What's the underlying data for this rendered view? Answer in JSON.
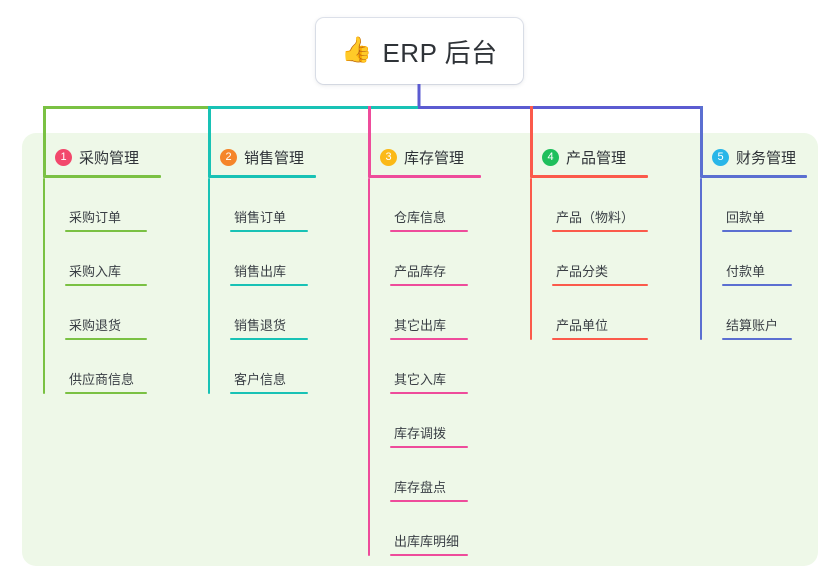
{
  "root": {
    "icon": "thumbs-up-icon",
    "emoji": "👍",
    "title": "ERP 后台"
  },
  "palette": {
    "panel_background": "#eef8e8",
    "page_background": "#ffffff",
    "root_stem": "#5b5bd1",
    "text": "#2f3338"
  },
  "columns": [
    {
      "number": "1",
      "title": "采购管理",
      "badge_color": "#f2486c",
      "line_color": "#7ac143",
      "items": [
        {
          "label": "采购订单"
        },
        {
          "label": "采购入库"
        },
        {
          "label": "采购退货"
        },
        {
          "label": "供应商信息"
        }
      ]
    },
    {
      "number": "2",
      "title": "销售管理",
      "badge_color": "#f5852a",
      "line_color": "#18c2b5",
      "items": [
        {
          "label": "销售订单"
        },
        {
          "label": "销售出库"
        },
        {
          "label": "销售退货"
        },
        {
          "label": "客户信息"
        }
      ]
    },
    {
      "number": "3",
      "title": "库存管理",
      "badge_color": "#fbb917",
      "line_color": "#ee4c9b",
      "items": [
        {
          "label": "仓库信息"
        },
        {
          "label": "产品库存"
        },
        {
          "label": "其它出库"
        },
        {
          "label": "其它入库"
        },
        {
          "label": "库存调拨"
        },
        {
          "label": "库存盘点"
        },
        {
          "label": "出库库明细"
        }
      ]
    },
    {
      "number": "4",
      "title": "产品管理",
      "badge_color": "#1fbf5c",
      "line_color": "#fb5a4b",
      "items": [
        {
          "label": "产品（物料）"
        },
        {
          "label": "产品分类"
        },
        {
          "label": "产品单位"
        }
      ]
    },
    {
      "number": "5",
      "title": "财务管理",
      "badge_color": "#29b6e8",
      "line_color": "#5b6fd1",
      "items": [
        {
          "label": "回款单"
        },
        {
          "label": "付款单"
        },
        {
          "label": "结算账户"
        }
      ]
    }
  ]
}
